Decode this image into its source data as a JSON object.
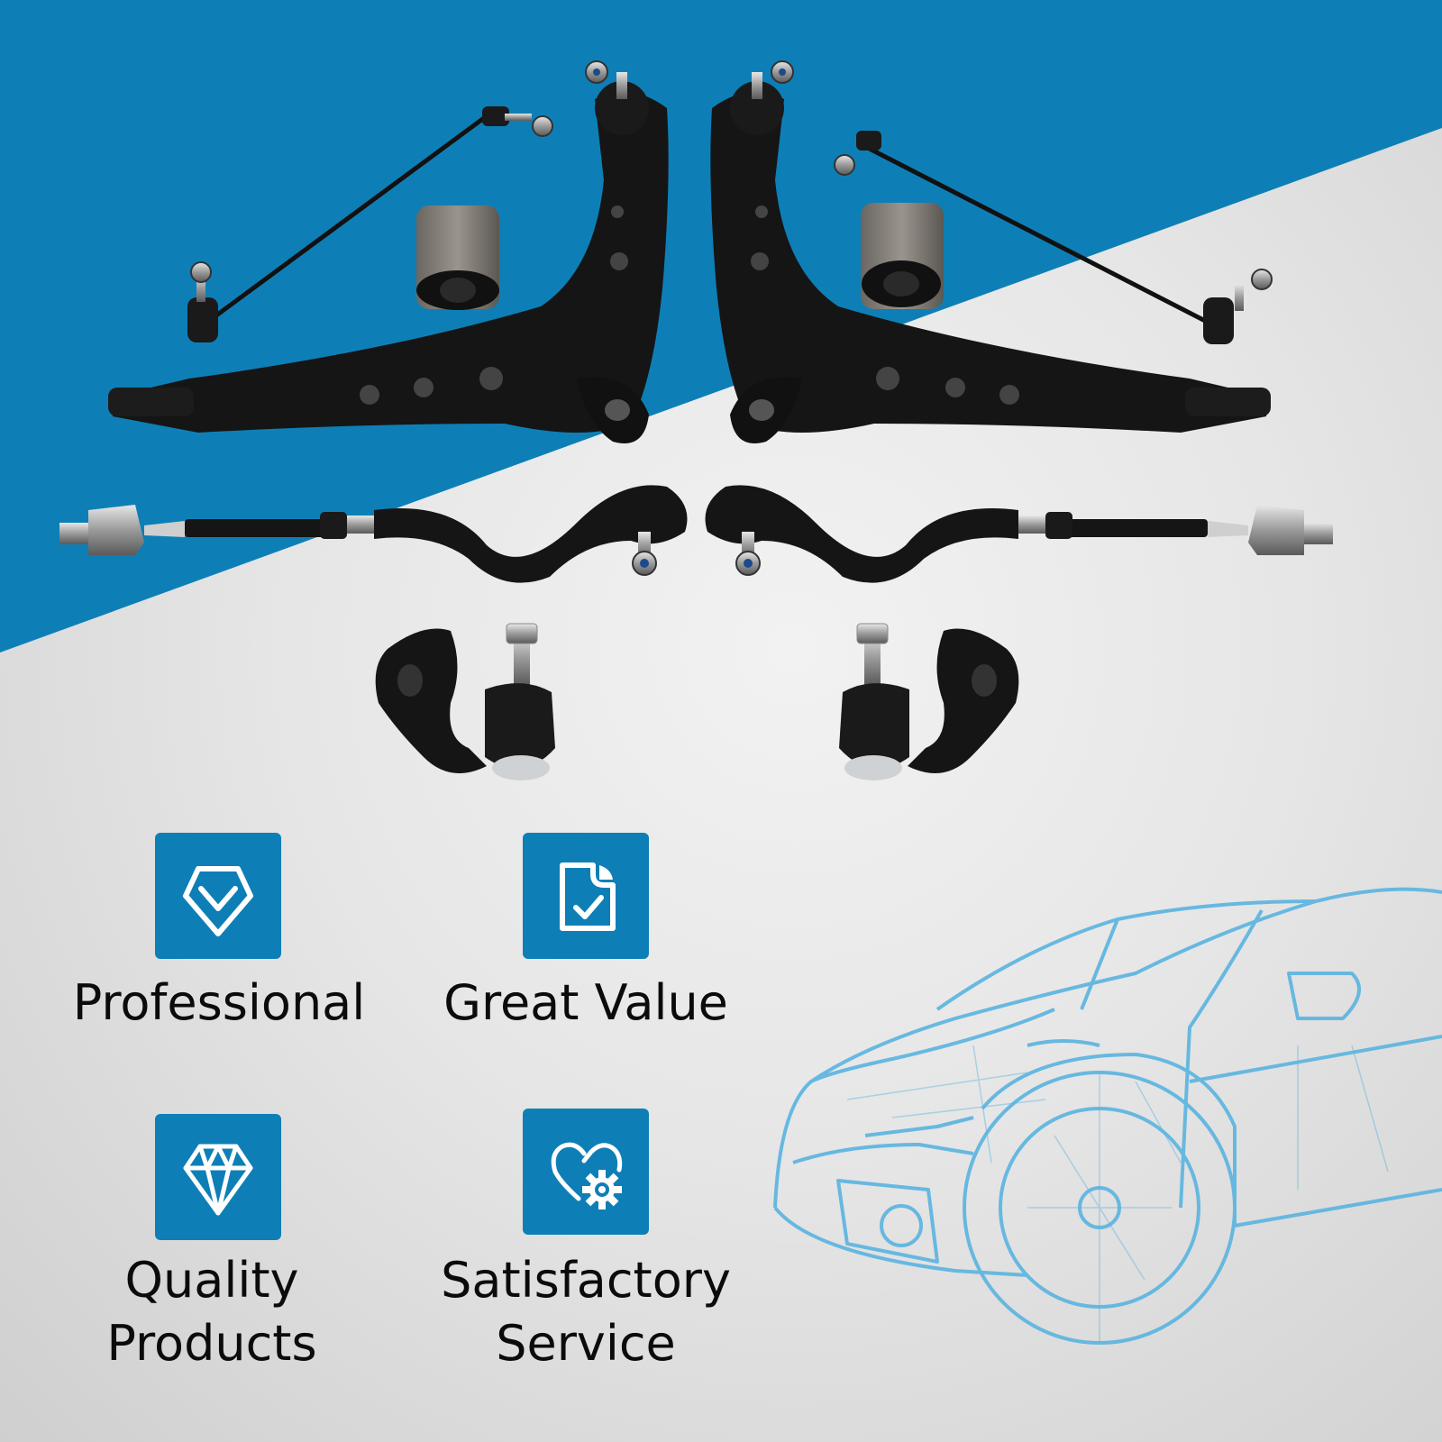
{
  "theme": {
    "brand_blue": "#0E7FB6",
    "icon_tile_color": "#0E7FB6",
    "icon_stroke": "#FFFFFF",
    "text_color": "#0B0B0B",
    "blueprint_car_color": "#5AB4E0"
  },
  "product": {
    "kit_parts": [
      {
        "name": "front lower control arm",
        "side": "left",
        "count": 1
      },
      {
        "name": "front lower control arm",
        "side": "right",
        "count": 1
      },
      {
        "name": "sway bar link",
        "side": "left",
        "count": 1
      },
      {
        "name": "sway bar link",
        "side": "right",
        "count": 1
      },
      {
        "name": "control arm bushing",
        "side": "left",
        "count": 1
      },
      {
        "name": "control arm bushing",
        "side": "right",
        "count": 1
      },
      {
        "name": "tie rod assembly",
        "side": "left",
        "count": 1
      },
      {
        "name": "tie rod assembly",
        "side": "right",
        "count": 1
      },
      {
        "name": "ball joint with bracket",
        "side": "left",
        "count": 1
      },
      {
        "name": "ball joint with bracket",
        "side": "right",
        "count": 1
      }
    ]
  },
  "features": [
    {
      "id": "professional",
      "label": "Professional",
      "icon": "shield-check-icon"
    },
    {
      "id": "great-value",
      "label": "Great Value",
      "icon": "document-check-icon"
    },
    {
      "id": "quality-products",
      "label_line1": "Quality",
      "label_line2": "Products",
      "icon": "diamond-icon"
    },
    {
      "id": "satisfactory-service",
      "label_line1": "Satisfactory",
      "label_line2": "Service",
      "icon": "heart-gear-icon"
    }
  ],
  "decor": {
    "blueprint_car": "wireframe-car-illustration"
  }
}
